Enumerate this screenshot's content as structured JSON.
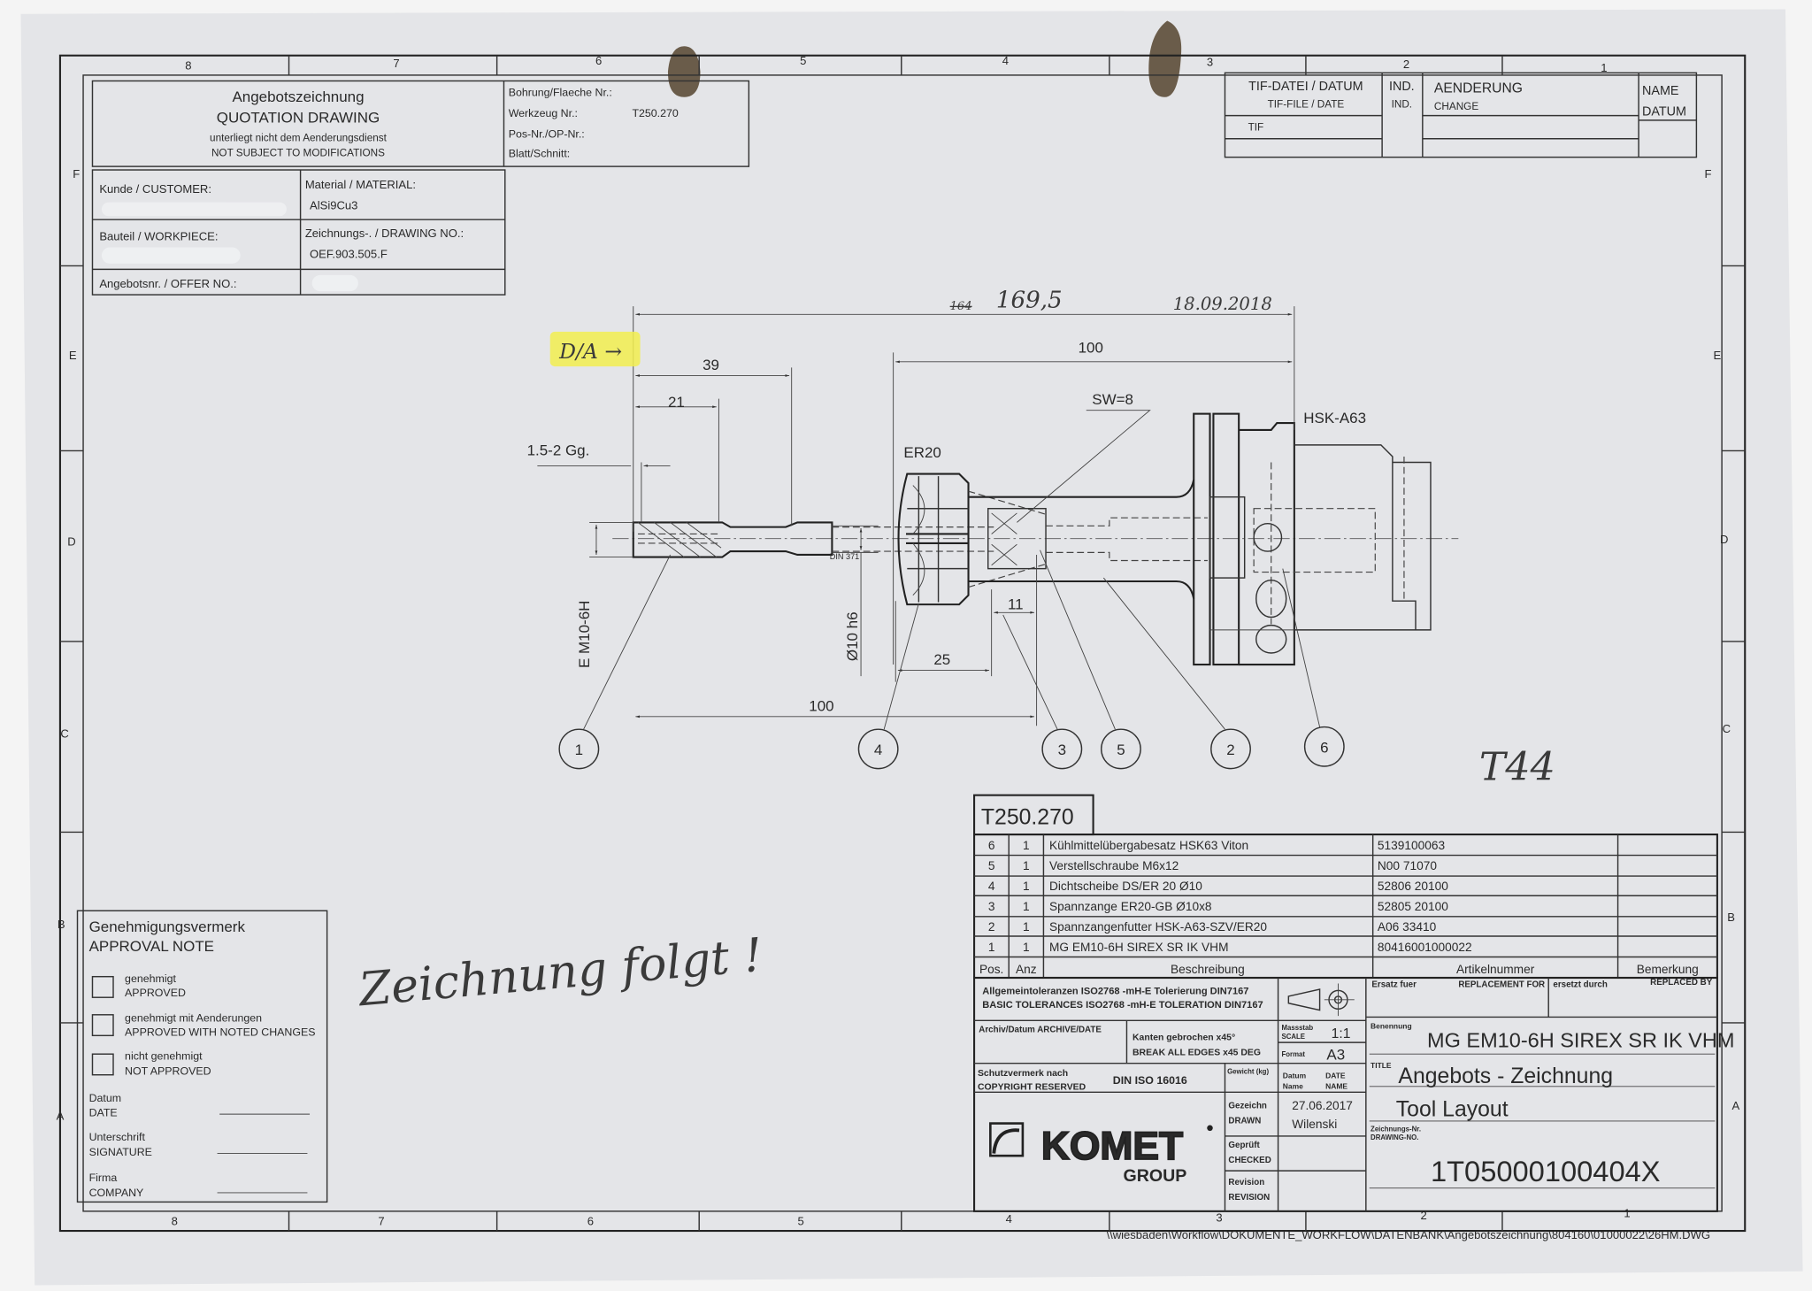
{
  "frame": {
    "zones_columns": [
      "8",
      "7",
      "6",
      "5",
      "4",
      "3",
      "2",
      "1"
    ],
    "zones_rows": [
      "F",
      "E",
      "D",
      "C",
      "B",
      "A"
    ]
  },
  "header": {
    "title_de": "Angebotszeichnung",
    "title_en": "QUOTATION DRAWING",
    "note_de": "unterliegt nicht dem Aenderungsdienst",
    "note_en": "NOT SUBJECT TO MODIFICATIONS",
    "bohrung_label": "Bohrung/Flaeche Nr.:",
    "werkzeug_label": "Werkzeug Nr.:",
    "werkzeug_value": "T250.270",
    "pos_label": "Pos-Nr./OP-Nr.:",
    "blatt_label": "Blatt/Schnitt:"
  },
  "info": {
    "customer_label": "Kunde / CUSTOMER:",
    "material_label": "Material / MATERIAL:",
    "material_value": "AlSi9Cu3",
    "workpiece_label": "Bauteil / WORKPIECE:",
    "drawing_no_label": "Zeichnungs-. / DRAWING NO.:",
    "drawing_no_value": "OEF.903.505.F",
    "offer_label": "Angebotsnr. / OFFER NO.:"
  },
  "revision": {
    "col1_de": "TIF-DATEI / DATUM",
    "col1_en": "TIF-FILE / DATE",
    "col2_de": "IND.",
    "col2_en": "IND.",
    "col3_de": "AENDERUNG",
    "col3_en": "CHANGE",
    "col4_de": "NAME",
    "col4_en": "DATUM",
    "tif": "TIF"
  },
  "drawing": {
    "dim_overall_struck": "164",
    "dim_overall": "169,5",
    "date_handwritten": "18.09.2018",
    "highlight_note": "D/A →",
    "highlight_color": "#f2ee4f",
    "dim_100_top": "100",
    "dim_39": "39",
    "dim_21": "21",
    "dim_thread_length": "1.5-2 Gg.",
    "dim_thread": "E M10-6H",
    "dim_shank": "Ø10 h6",
    "din": "DIN 371",
    "er20": "ER20",
    "sw": "SW=8",
    "hsk": "HSK-A63",
    "dim_11": "11",
    "dim_25": "25",
    "dim_100_bottom": "100",
    "balloons": [
      "1",
      "4",
      "3",
      "5",
      "2",
      "6"
    ],
    "handwritten_t": "T44",
    "handwritten_note": "Zeichnung folgt !"
  },
  "parts": {
    "tool_no": "T250.270",
    "rows": [
      {
        "pos": "6",
        "qty": "1",
        "desc": "Kühlmittelübergabesatz HSK63 Viton",
        "article": "5139100063",
        "remark": ""
      },
      {
        "pos": "5",
        "qty": "1",
        "desc": "Verstellschraube M6x12",
        "article": "N00 71070",
        "remark": ""
      },
      {
        "pos": "4",
        "qty": "1",
        "desc": "Dichtscheibe DS/ER 20 Ø10",
        "article": "52806 20100",
        "remark": ""
      },
      {
        "pos": "3",
        "qty": "1",
        "desc": "Spannzange ER20-GB Ø10x8",
        "article": "52805 20100",
        "remark": ""
      },
      {
        "pos": "2",
        "qty": "1",
        "desc": "Spannzangenfutter HSK-A63-SZV/ER20",
        "article": "A06 33410",
        "remark": ""
      },
      {
        "pos": "1",
        "qty": "1",
        "desc": "MG EM10-6H SIREX SR IK VHM",
        "article": "80416001000022",
        "remark": ""
      }
    ],
    "headers": {
      "pos": "Pos.",
      "qty": "Anz",
      "desc": "Beschreibung",
      "article": "Artikelnummer",
      "remark": "Bemerkung"
    }
  },
  "title_block": {
    "tol_de": "Allgemeintoleranzen ISO2768 -mH-E  Tolerierung DIN7167",
    "tol_en": "BASIC TOLERANCES ISO2768 -mH-E  TOLERATION DIN7167",
    "replacement_for_de": "Ersatz fuer",
    "replacement_for_en": "REPLACEMENT FOR",
    "replaced_by_de": "ersetzt durch",
    "replaced_by_en": "REPLACED BY",
    "archive": "Archiv/Datum  ARCHIVE/DATE",
    "edges_de": "Kanten gebrochen  x45°",
    "edges_en": "BREAK ALL EDGES  x45 DEG",
    "scale_de": "Massstab",
    "scale_en": "SCALE",
    "scale_value": "1:1",
    "format_label": "Format",
    "format_value": "A3",
    "designation_label": "Benennung",
    "designation": "MG EM10-6H SIREX SR IK VHM",
    "title_label": "TITLE",
    "title_1": "Angebots - Zeichnung",
    "title_2": "Tool Layout",
    "copyright_de": "Schutzvermerk nach",
    "copyright_en": "COPYRIGHT RESERVED",
    "copyright_std": "DIN ISO 16016",
    "weight": "Gewicht (kg)",
    "date_de": "Datum",
    "date_en": "DATE",
    "name_de": "Name",
    "name_en": "NAME",
    "drawn_de": "Gezeichn",
    "drawn_en": "DRAWN",
    "drawn_date": "27.06.2017",
    "drawn_name": "Wilenski",
    "checked_de": "Geprüft",
    "checked_en": "CHECKED",
    "revision_de": "Revision",
    "revision_en": "REVISION",
    "logo": "KOMET",
    "logo_sub": "GROUP",
    "drawing_no_de": "Zeichnungs-Nr.",
    "drawing_no_en": "DRAWING-NO.",
    "drawing_no": "1T05000100404X"
  },
  "approval": {
    "title_de": "Genehmigungsvermerk",
    "title_en": "APPROVAL NOTE",
    "options": [
      {
        "de": "genehmigt",
        "en": "APPROVED",
        "checked": false
      },
      {
        "de": "genehmigt mit Aenderungen",
        "en": "APPROVED WITH NOTED CHANGES",
        "checked": false
      },
      {
        "de": "nicht genehmigt",
        "en": "NOT APPROVED",
        "checked": false
      }
    ],
    "date_de": "Datum",
    "date_en": "DATE",
    "sig_de": "Unterschrift",
    "sig_en": "SIGNATURE",
    "company_de": "Firma",
    "company_en": "COMPANY"
  },
  "file_path": "\\\\wiesbaden\\Workflow\\DOKUMENTE_WORKFLOW\\DATENBANK\\Angebotszeichnung\\804160\\01000022\\26HM.DWG"
}
